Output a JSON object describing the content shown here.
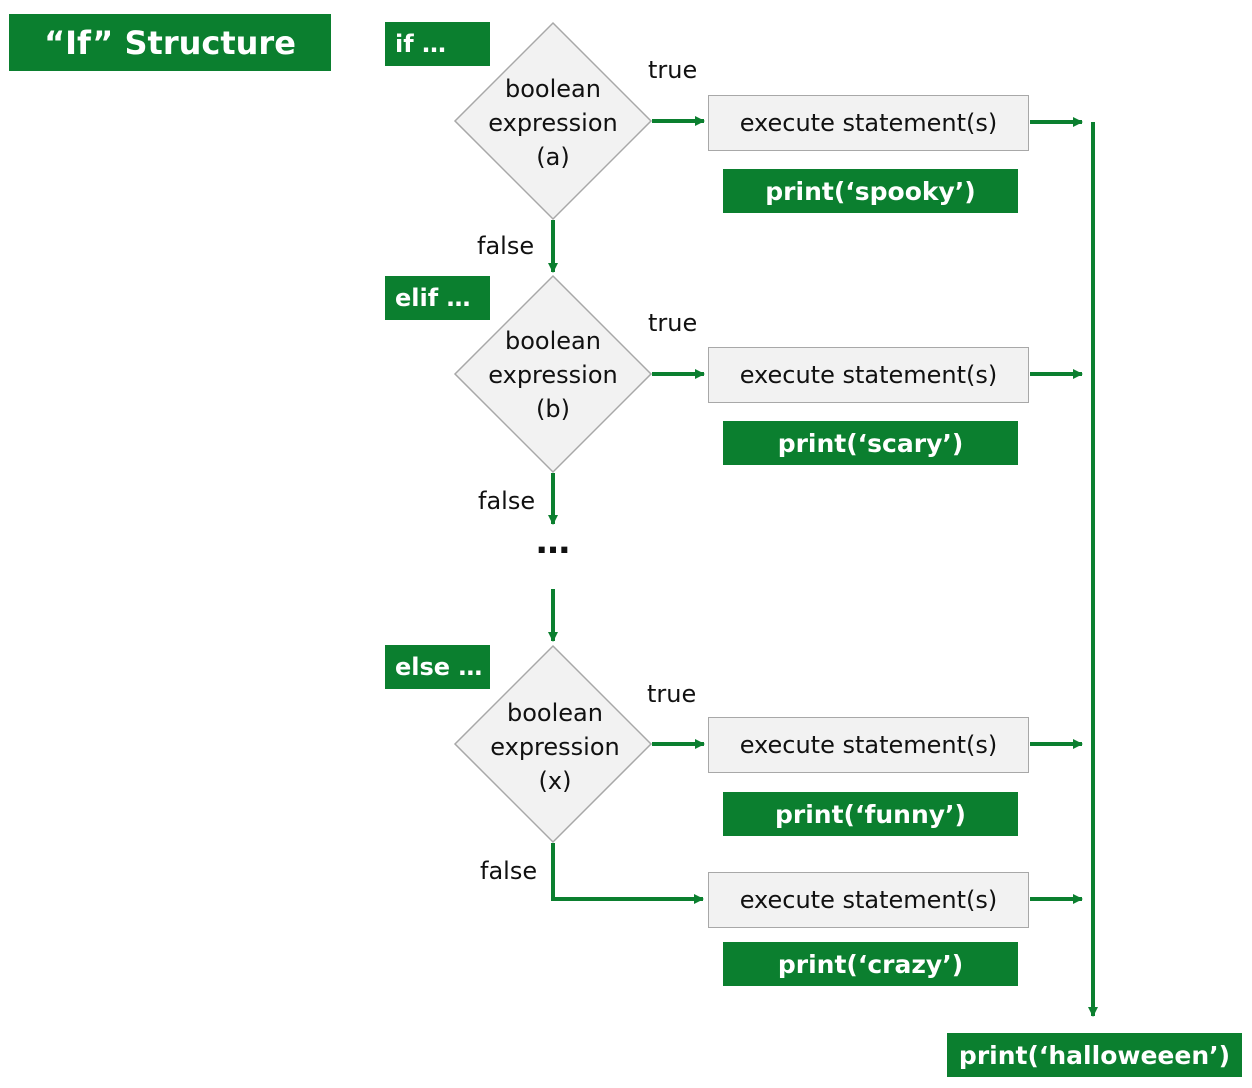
{
  "title": "“If” Structure",
  "keywords": {
    "if": "if …",
    "elif": "elif …",
    "else": "else …"
  },
  "branches": [
    {
      "expr_line1": "boolean",
      "expr_line2": "expression",
      "expr_line3": "(a)",
      "true_label": "true",
      "false_label": "false",
      "statement": "execute statement(s)",
      "code": "print(‘spooky’)"
    },
    {
      "expr_line1": "boolean",
      "expr_line2": "expression",
      "expr_line3": "(b)",
      "true_label": "true",
      "false_label": "false",
      "statement": "execute statement(s)",
      "code": "print(‘scary’)"
    },
    {
      "expr_line1": "boolean",
      "expr_line2": "expression",
      "expr_line3": "(x)",
      "true_label": "true",
      "false_label": "false",
      "statement": "execute statement(s)",
      "code": "print(‘funny’)"
    }
  ],
  "else_branch": {
    "statement": "execute statement(s)",
    "code": "print(‘crazy’)"
  },
  "ellipsis": "…",
  "final_code": "print(‘halloweeen’)",
  "colors": {
    "accent": "#0b7f2f",
    "box_fill": "#f2f2f2",
    "box_border": "#a8a8a8"
  }
}
